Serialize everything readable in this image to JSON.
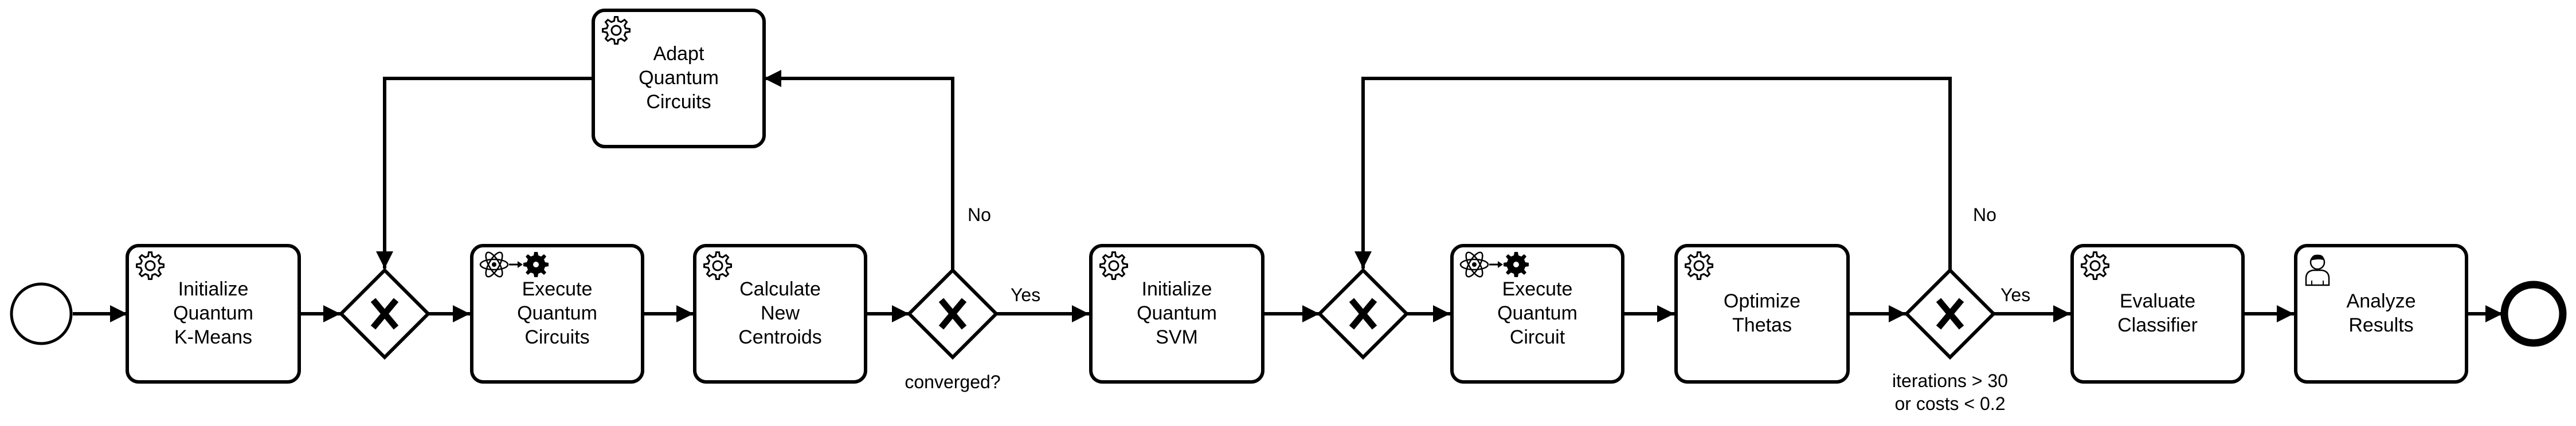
{
  "tasks": {
    "init_kmeans": {
      "lines": [
        "Initialize",
        "Quantum",
        "K-Means"
      ]
    },
    "exec_circuits": {
      "lines": [
        "Execute",
        "Quantum",
        "Circuits"
      ]
    },
    "calc_centroids": {
      "lines": [
        "Calculate",
        "New",
        "Centroids"
      ]
    },
    "adapt_circuits": {
      "lines": [
        "Adapt",
        "Quantum",
        "Circuits"
      ]
    },
    "init_svm": {
      "lines": [
        "Initialize",
        "Quantum",
        "SVM"
      ]
    },
    "exec_circuit": {
      "lines": [
        "Execute",
        "Quantum",
        "Circuit"
      ]
    },
    "optimize": {
      "lines": [
        "Optimize",
        "Thetas"
      ]
    },
    "evaluate": {
      "lines": [
        "Evaluate",
        "Classifier"
      ]
    },
    "analyze": {
      "lines": [
        "Analyze",
        "Results"
      ]
    }
  },
  "gateway_labels": {
    "converged": "converged?",
    "iterations_1": "iterations > 30",
    "iterations_2": "or costs < 0.2"
  },
  "edge_labels": {
    "no_1": "No",
    "yes_1": "Yes",
    "no_2": "No",
    "yes_2": "Yes"
  },
  "icons": {
    "service_task": "gear-icon",
    "quantum_task": "atom-icon",
    "user_task": "person-icon"
  }
}
